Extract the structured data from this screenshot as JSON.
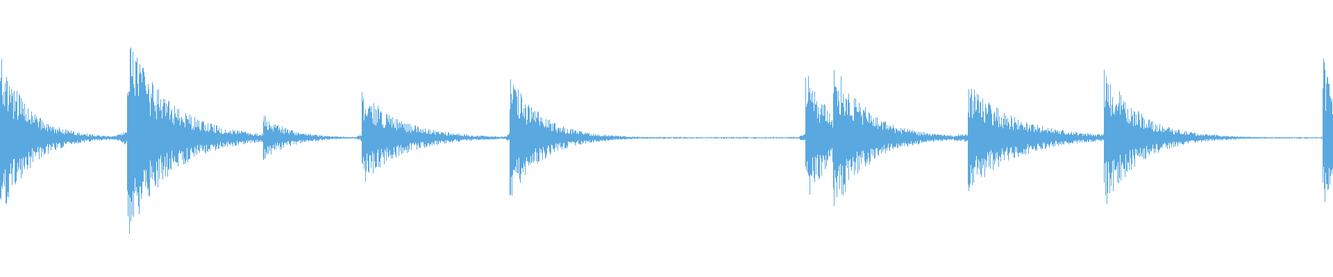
{
  "waveform": {
    "color": "#5aa8e0",
    "background": "#ffffff",
    "bursts": [
      {
        "at": 0.0,
        "peak": 0.78,
        "decay": 0.022,
        "onset": 0.0
      },
      {
        "at": 0.095,
        "peak": 0.96,
        "decay": 0.032,
        "onset": 0.012
      },
      {
        "at": 0.197,
        "peak": 0.22,
        "decay": 0.02,
        "onset": 0.012
      },
      {
        "at": 0.271,
        "peak": 0.45,
        "decay": 0.03,
        "onset": 0.006
      },
      {
        "at": 0.382,
        "peak": 0.6,
        "decay": 0.024,
        "onset": 0.004
      },
      {
        "at": 0.604,
        "peak": 0.65,
        "decay": 0.02,
        "onset": 0.006
      },
      {
        "at": 0.625,
        "peak": 0.72,
        "decay": 0.026,
        "onset": 0.002
      },
      {
        "at": 0.726,
        "peak": 0.52,
        "decay": 0.036,
        "onset": 0.025
      },
      {
        "at": 0.828,
        "peak": 0.68,
        "decay": 0.026,
        "onset": 0.004
      },
      {
        "at": 0.992,
        "peak": 0.8,
        "decay": 0.012,
        "onset": 0.0
      }
    ],
    "noise_floor": 0.008
  }
}
